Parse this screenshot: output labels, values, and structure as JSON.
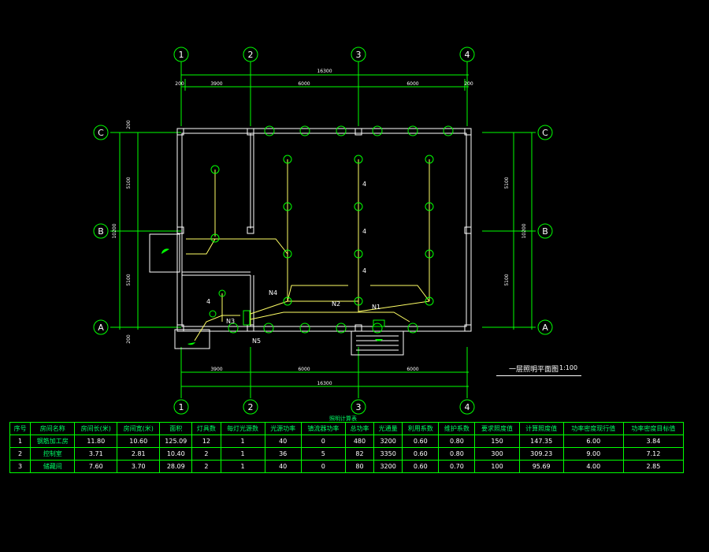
{
  "colors": {
    "grid": "#00ff00",
    "wall": "#ffffff",
    "fixture": "#00ff00",
    "wire": "#ffff66",
    "text": "#ffffff"
  },
  "grid_axes_top": [
    "1",
    "2",
    "3",
    "4"
  ],
  "grid_axes_side": [
    "C",
    "B",
    "A"
  ],
  "dims": {
    "overall": "16300",
    "top_segments": [
      "200",
      "3900",
      "6000",
      "6000",
      "200"
    ],
    "bottom_segments": [
      "3900",
      "6000",
      "6000"
    ],
    "left_segments": [
      "200",
      "5100",
      "5100",
      "200"
    ],
    "left_total": "10200"
  },
  "circuits": [
    "N1",
    "N2",
    "N3",
    "N4",
    "N5"
  ],
  "conductor_counts": [
    "4",
    "4",
    "4",
    "4"
  ],
  "drawing": {
    "title": "一层照明平面图",
    "scale": "1:100"
  },
  "table": {
    "caption": "照明计算表",
    "headers": [
      "序号",
      "房间名称",
      "房间长(米)",
      "房间宽(米)",
      "面积",
      "灯具数",
      "每灯光源数",
      "光源功率",
      "镇流器功率",
      "总功率",
      "光通量",
      "利用系数",
      "维护系数",
      "要求照度值",
      "计算照度值",
      "功率密度现行值",
      "功率密度目标值"
    ],
    "rows": [
      [
        "1",
        "钢筋加工房",
        "11.80",
        "10.60",
        "125.09",
        "12",
        "1",
        "40",
        "0",
        "480",
        "3200",
        "0.60",
        "0.80",
        "150",
        "147.35",
        "6.00",
        "3.84"
      ],
      [
        "2",
        "控制室",
        "3.71",
        "2.81",
        "10.40",
        "2",
        "1",
        "36",
        "5",
        "82",
        "3350",
        "0.60",
        "0.80",
        "300",
        "309.23",
        "9.00",
        "7.12"
      ],
      [
        "3",
        "储藏间",
        "7.60",
        "3.70",
        "28.09",
        "2",
        "1",
        "40",
        "0",
        "80",
        "3200",
        "0.60",
        "0.70",
        "100",
        "95.69",
        "4.00",
        "2.85"
      ]
    ]
  }
}
